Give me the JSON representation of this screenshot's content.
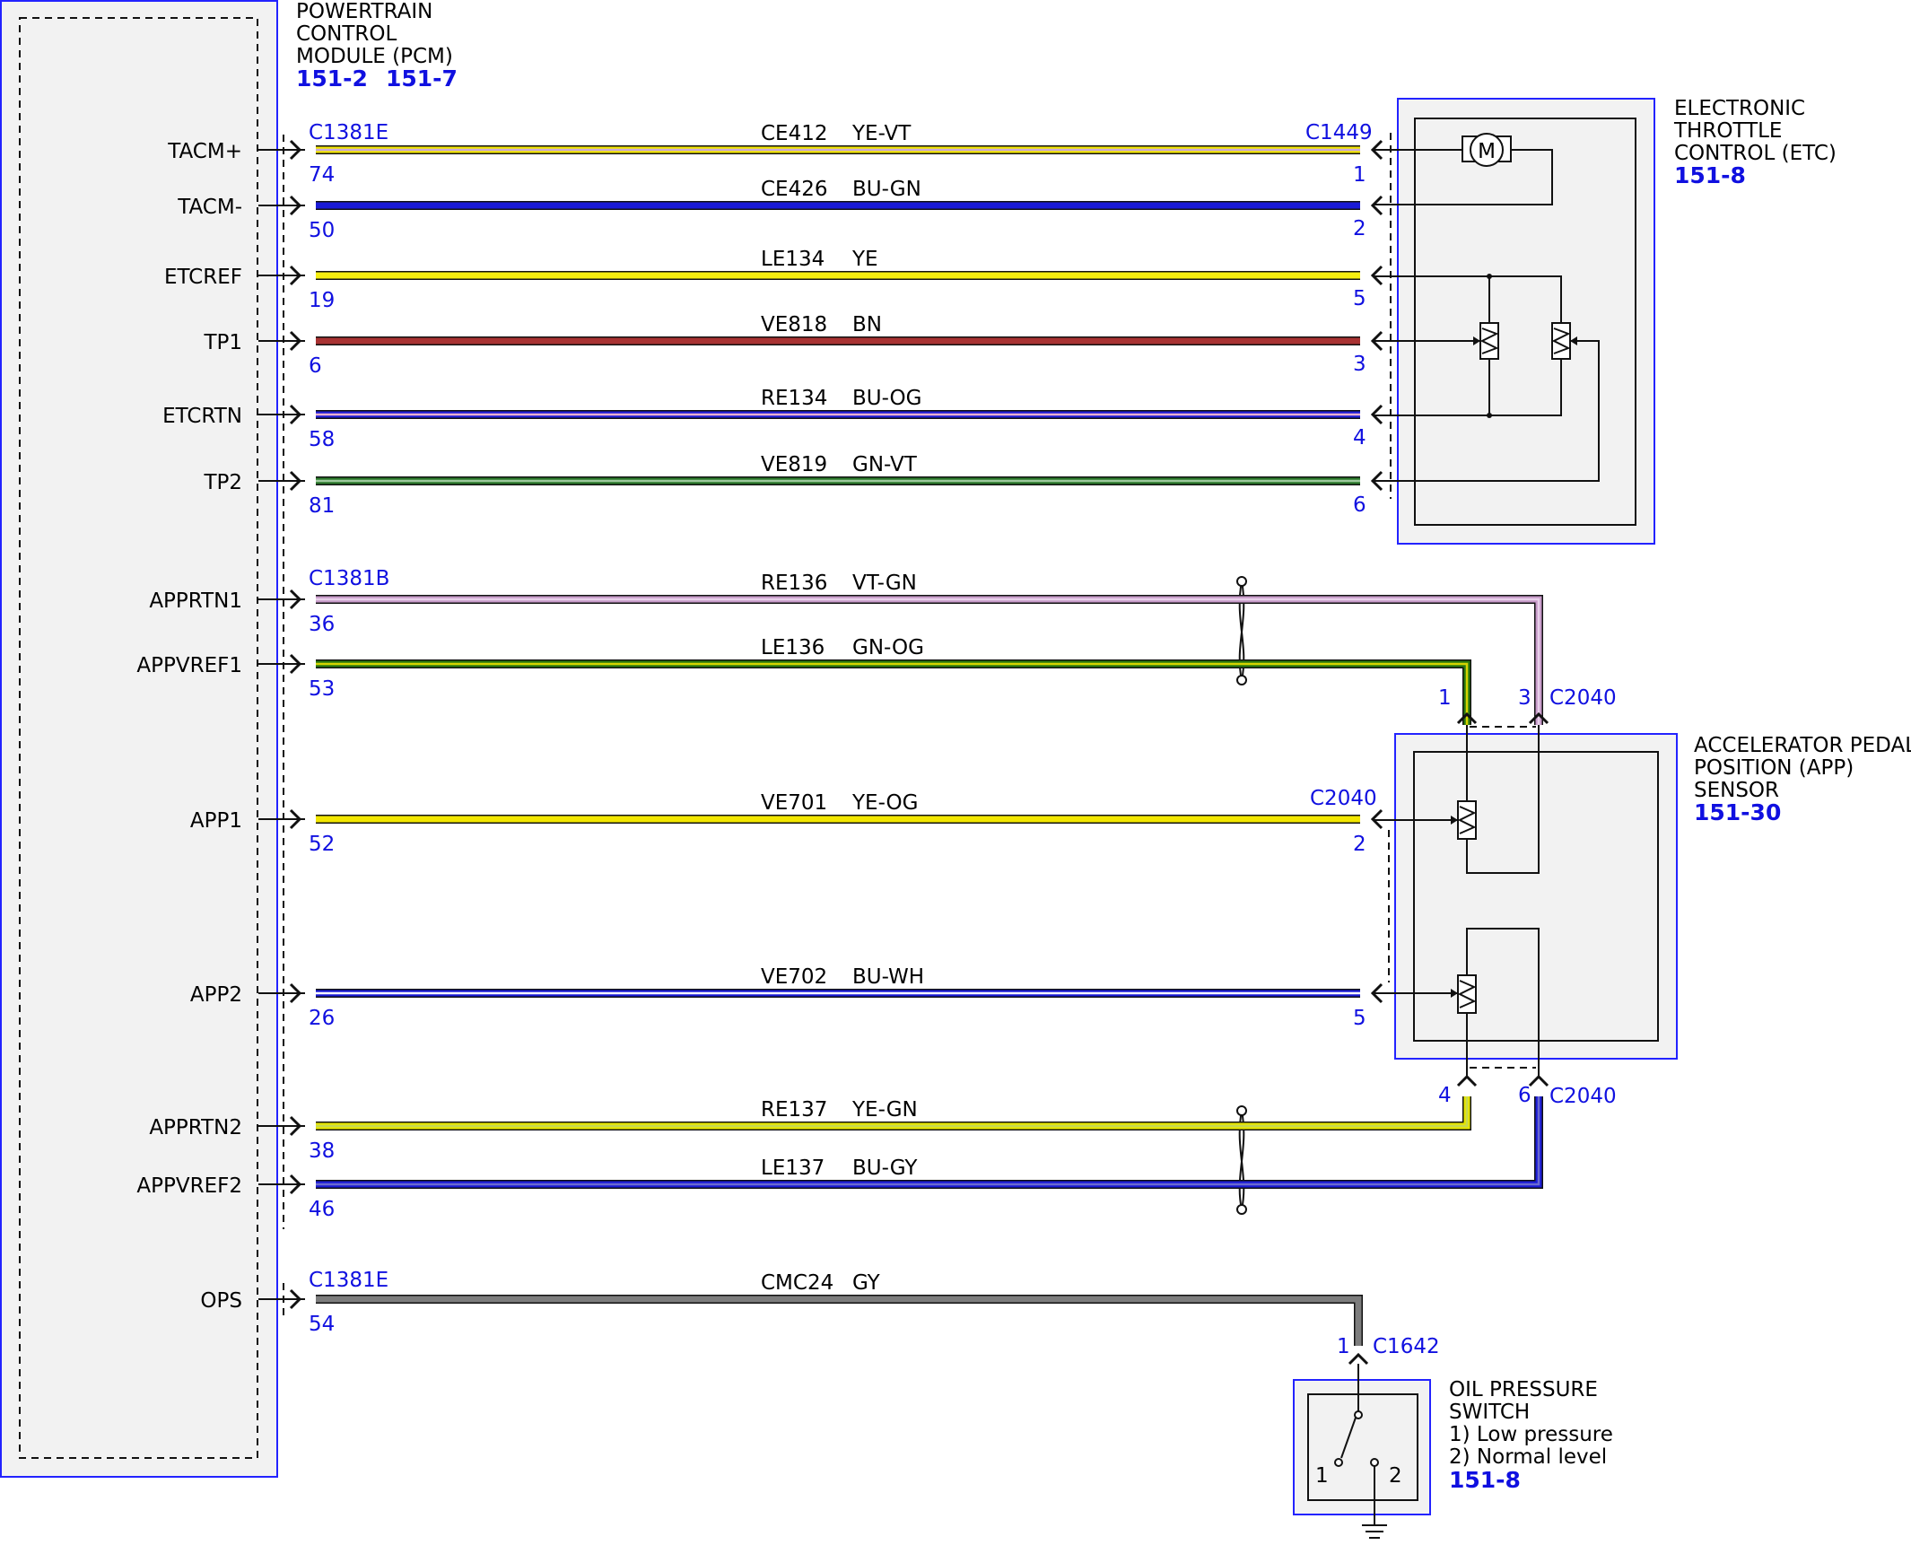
{
  "pcm": {
    "title_lines": [
      "POWERTRAIN",
      "CONTROL",
      "MODULE (PCM)"
    ],
    "refs": [
      "151-2",
      "151-7"
    ]
  },
  "etc": {
    "title_lines": [
      "ELECTRONIC",
      "THROTTLE",
      "CONTROL (ETC)"
    ],
    "ref": "151-8",
    "motor_symbol": "M"
  },
  "app_sensor": {
    "title_lines": [
      "ACCELERATOR PEDAL",
      "POSITION (APP)",
      "SENSOR"
    ],
    "ref": "151-30"
  },
  "ops_switch": {
    "title_lines": [
      "OIL PRESSURE",
      "SWITCH",
      "1) Low pressure",
      "2) Normal level"
    ],
    "ref": "151-8",
    "pin_left": "1",
    "pin_right": "2"
  },
  "connectors": {
    "pcm_top": "C1381E",
    "pcm_mid": "C1381B",
    "pcm_ops": "C1381E",
    "etc": "C1449",
    "app_top": "C2040",
    "app_mid": "C2040",
    "app_bottom": "C2040",
    "ops": "C1642"
  },
  "wires": [
    {
      "signal": "TACM+",
      "circuit": "CE412",
      "color_code": "YE-VT",
      "pcm_pin": "74",
      "end_pin": "1",
      "stripe_a": "#f2e600",
      "stripe_b": "#c9a8d8"
    },
    {
      "signal": "TACM-",
      "circuit": "CE426",
      "color_code": "BU-GN",
      "pcm_pin": "50",
      "end_pin": "2",
      "stripe_a": "#1a1ad6",
      "stripe_b": "#1a1ad6"
    },
    {
      "signal": "ETCREF",
      "circuit": "LE134",
      "color_code": "YE",
      "pcm_pin": "19",
      "end_pin": "5",
      "stripe_a": "#f5ee10",
      "stripe_b": "#f5ee10"
    },
    {
      "signal": "TP1",
      "circuit": "VE818",
      "color_code": "BN",
      "pcm_pin": "6",
      "end_pin": "3",
      "stripe_a": "#a83232",
      "stripe_b": "#a83232"
    },
    {
      "signal": "ETCRTN",
      "circuit": "RE134",
      "color_code": "BU-OG",
      "pcm_pin": "58",
      "end_pin": "4",
      "stripe_a": "#1a1ad6",
      "stripe_b": "#e8b0d0"
    },
    {
      "signal": "TP2",
      "circuit": "VE819",
      "color_code": "GN-VT",
      "pcm_pin": "81",
      "end_pin": "6",
      "stripe_a": "#2b7a2b",
      "stripe_b": "#9ec99e"
    },
    {
      "signal": "APPRTN1",
      "circuit": "RE136",
      "color_code": "VT-GN",
      "pcm_pin": "36",
      "end_pin": "3",
      "stripe_a": "#c79ac9",
      "stripe_b": "#e8d0ea"
    },
    {
      "signal": "APPVREF1",
      "circuit": "LE136",
      "color_code": "GN-OG",
      "pcm_pin": "53",
      "end_pin": "1",
      "stripe_a": "#2b7a10",
      "stripe_b": "#d6d400"
    },
    {
      "signal": "APP1",
      "circuit": "VE701",
      "color_code": "YE-OG",
      "pcm_pin": "52",
      "end_pin": "2",
      "stripe_a": "#f2e600",
      "stripe_b": "#f2e600"
    },
    {
      "signal": "APP2",
      "circuit": "VE702",
      "color_code": "BU-WH",
      "pcm_pin": "26",
      "end_pin": "5",
      "stripe_a": "#1a1ad6",
      "stripe_b": "#ffffff"
    },
    {
      "signal": "APPRTN2",
      "circuit": "RE137",
      "color_code": "YE-GN",
      "pcm_pin": "38",
      "end_pin": "4",
      "stripe_a": "#e6e600",
      "stripe_b": "#c8d850"
    },
    {
      "signal": "APPVREF2",
      "circuit": "LE137",
      "color_code": "BU-GY",
      "pcm_pin": "46",
      "end_pin": "6",
      "stripe_a": "#1a1ad6",
      "stripe_b": "#6a6ad0"
    },
    {
      "signal": "OPS",
      "circuit": "CMC24",
      "color_code": "GY",
      "pcm_pin": "54",
      "end_pin": "1",
      "stripe_a": "#7d7d7d",
      "stripe_b": "#7d7d7d"
    }
  ]
}
